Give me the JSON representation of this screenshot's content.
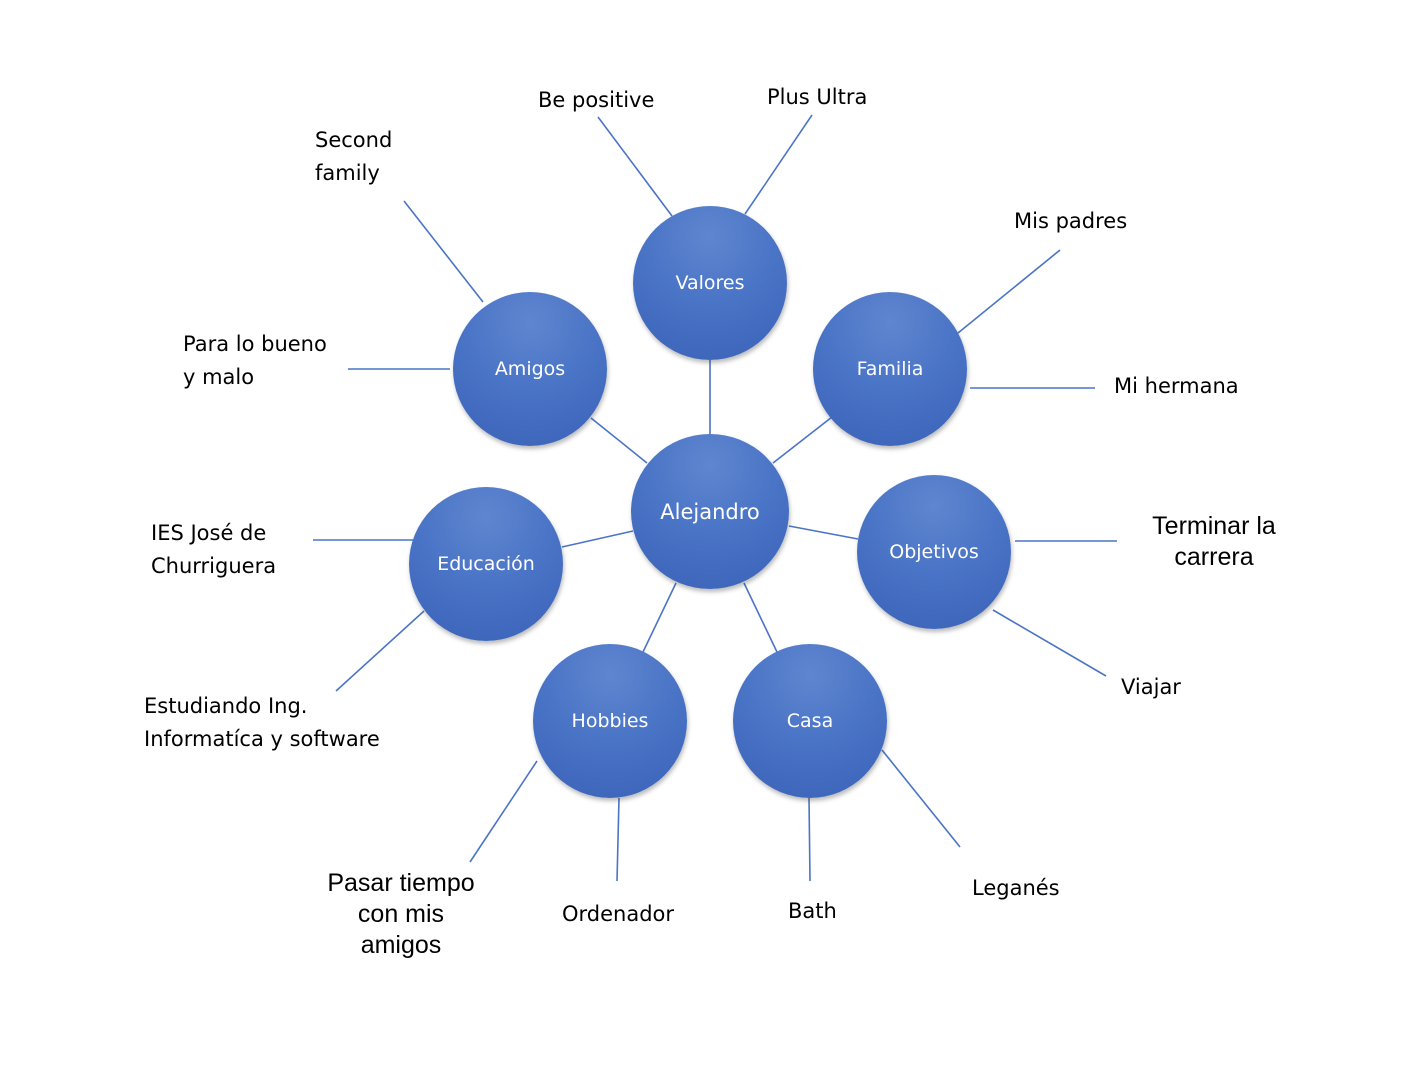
{
  "center": {
    "label": "Alejandro"
  },
  "branches": {
    "valores": {
      "label": "Valores",
      "leaves": [
        "Be positive",
        "Plus Ultra"
      ]
    },
    "familia": {
      "label": "Familia",
      "leaves": [
        "Mis padres",
        "Mi hermana"
      ]
    },
    "objetivos": {
      "label": "Objetivos",
      "leaves": [
        "Terminar la\ncarrera",
        "Viajar"
      ]
    },
    "casa": {
      "label": "Casa",
      "leaves": [
        "Leganés",
        "Bath"
      ]
    },
    "hobbies": {
      "label": "Hobbies",
      "leaves": [
        "Ordenador",
        "Pasar tiempo\ncon mis\namigos"
      ]
    },
    "educacion": {
      "label": "Educación",
      "leaves": [
        "IES José de\nChurriguera",
        "Estudiando Ing.\nInformatíca y software"
      ]
    },
    "amigos": {
      "label": "Amigos",
      "leaves": [
        "Second\nfamily",
        "Para lo bueno\ny malo"
      ]
    }
  },
  "colors": {
    "node_fill": "#4a74c6",
    "line": "#4a74c6",
    "node_text": "#ffffff",
    "leaf_text": "#000000"
  }
}
